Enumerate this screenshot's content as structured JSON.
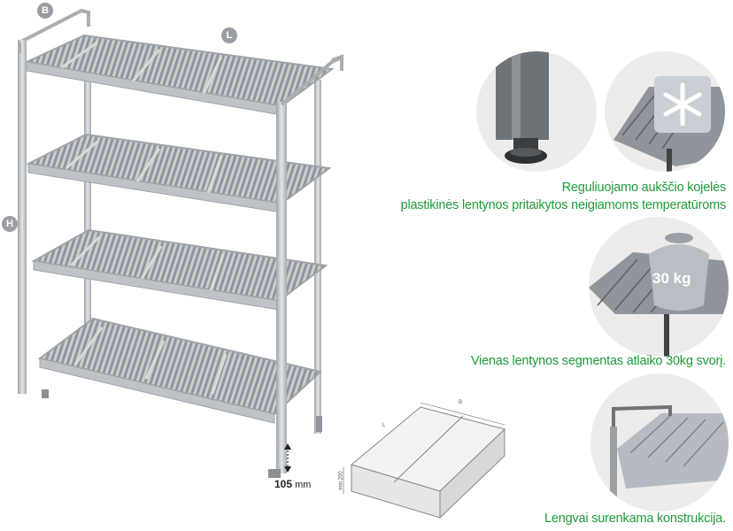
{
  "dimensions": {
    "b": "B",
    "l": "L",
    "h": "H",
    "clearance_value": "105",
    "clearance_unit": "mm"
  },
  "box": {
    "b_label": "B",
    "l_label": "L",
    "height_label": "min 200"
  },
  "features": [
    {
      "caption": "Reguliuojamo aukščio kojelės",
      "icon": "adjustable-foot"
    },
    {
      "caption": "plastikinės lentynos pritaikytos neigiamoms temperatūroms",
      "icon": "snowflake"
    },
    {
      "caption": "Vienas lentynos segmentas atlaiko 30kg svorį.",
      "icon": "weight",
      "weight_label": "30 kg"
    },
    {
      "caption": "Lengvai surenkama konstrukcija.",
      "icon": "assembly"
    }
  ],
  "colors": {
    "caption": "#1f9a3a",
    "metal": "#b9bdc1",
    "grid": "#9ea3a8"
  }
}
